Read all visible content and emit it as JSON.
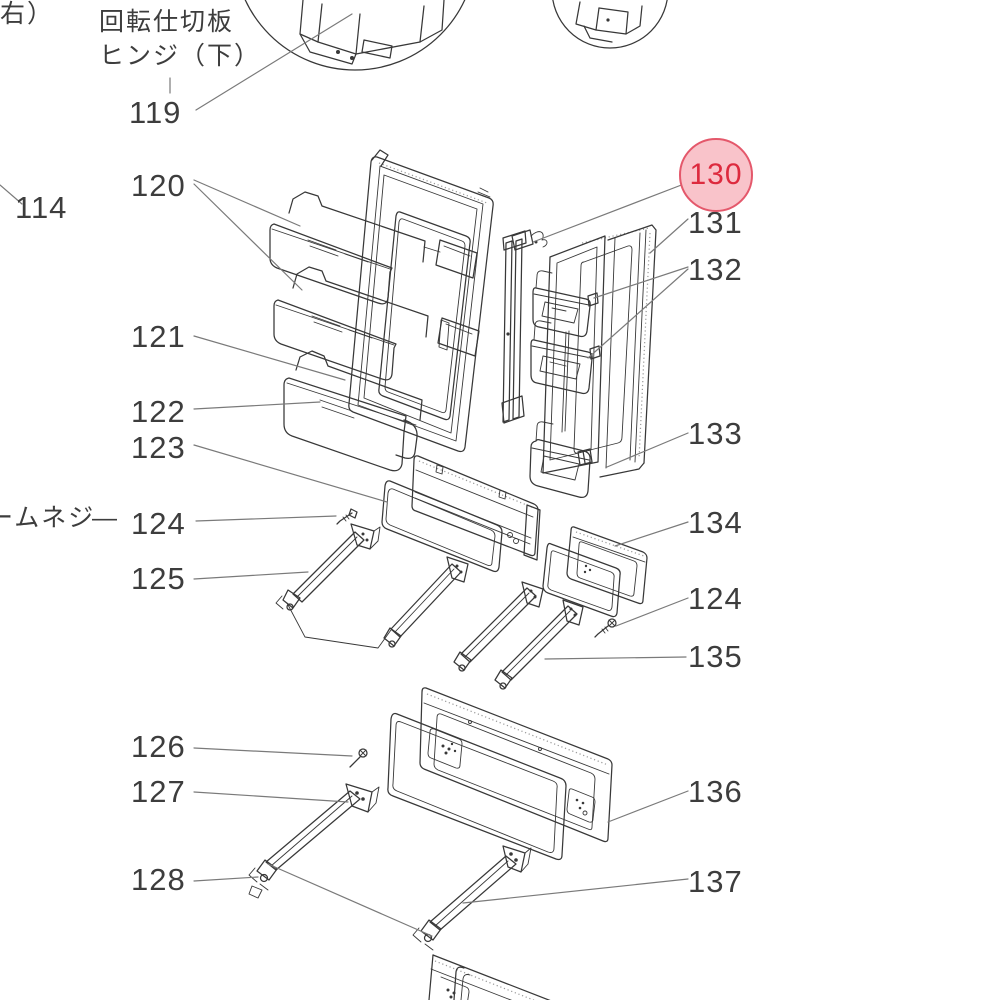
{
  "diagram": {
    "background": "#ffffff",
    "line_color": "#383838",
    "leader_color": "#7a7a7a",
    "label_color": "#3d3d3d"
  },
  "texts": {
    "clipped_left_top": "右）",
    "note_line1": "回転仕切板",
    "note_line2": "ヒンジ（下）",
    "clipped_screw_note": "ームネジ",
    "dash": "—"
  },
  "labels": {
    "l114": "114",
    "l119": "119",
    "l120": "120",
    "l121": "121",
    "l122": "122",
    "l123": "123",
    "l124_left": "124",
    "l125": "125",
    "l126": "126",
    "l127": "127",
    "l128": "128",
    "l130": "130",
    "l131": "131",
    "l132": "132",
    "l133": "133",
    "l134": "134",
    "l124_right": "124",
    "l135": "135",
    "l136": "136",
    "l137": "137"
  },
  "highlight": {
    "part": "130",
    "circle_fill": "#f9c3ca",
    "circle_border": "#e4586b",
    "text_color": "#dd2a3e"
  }
}
